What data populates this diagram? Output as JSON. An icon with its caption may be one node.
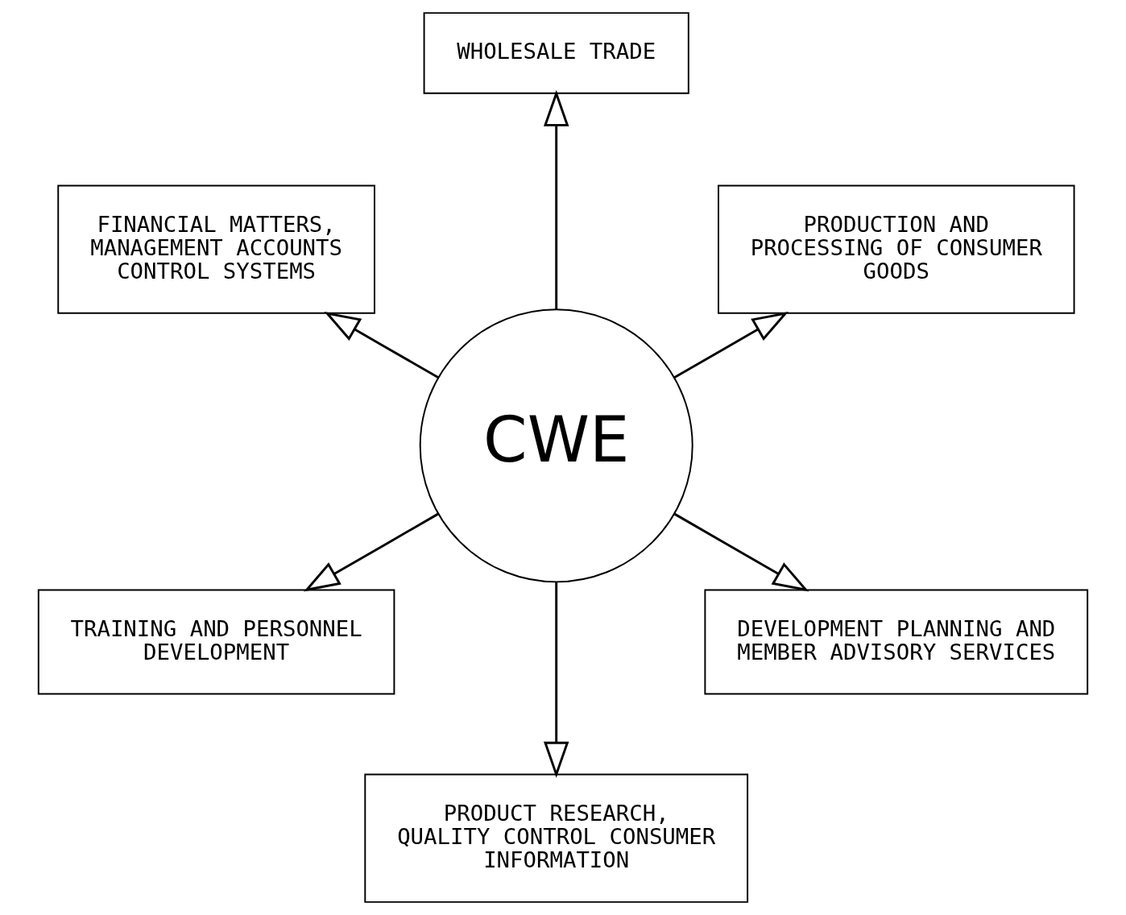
{
  "diagram": {
    "nodes": [
      {
        "text": [
          "WHOLESALE TRADE"
        ]
      },
      {
        "text": [
          "FINANCIAL MATTERS, MANAGEMENT ACCOUNTS CONTROL SYSTEMS"
        ]
      },
      {
        "text": [
          "PRODUCTION AND PROCESSING OF CONSUMER GOODS"
        ]
      },
      {
        "text": [
          "CWE"
        ]
      },
      {
        "text": [
          "TRAINING AND PERSONNEL DEVELOPMENT"
        ]
      },
      {
        "text": [
          "DEVELOPMENT PLANNING AND MEMBER ADVISORY SERVICES"
        ]
      },
      {
        "text": [
          "PRODUCT RESEARCH, QUALITY CONTROL CONSUMER INFORMATION"
        ]
      }
    ],
    "edges": [
      {
        "from": 3,
        "to": 0,
        "arrow": "to"
      },
      {
        "from": 3,
        "to": 1,
        "arrow": "to"
      },
      {
        "from": 3,
        "to": 2,
        "arrow": "to"
      },
      {
        "from": 3,
        "to": 4,
        "arrow": "to"
      },
      {
        "from": 3,
        "to": 5,
        "arrow": "to"
      },
      {
        "from": 3,
        "to": 6,
        "arrow": "to"
      }
    ]
  }
}
